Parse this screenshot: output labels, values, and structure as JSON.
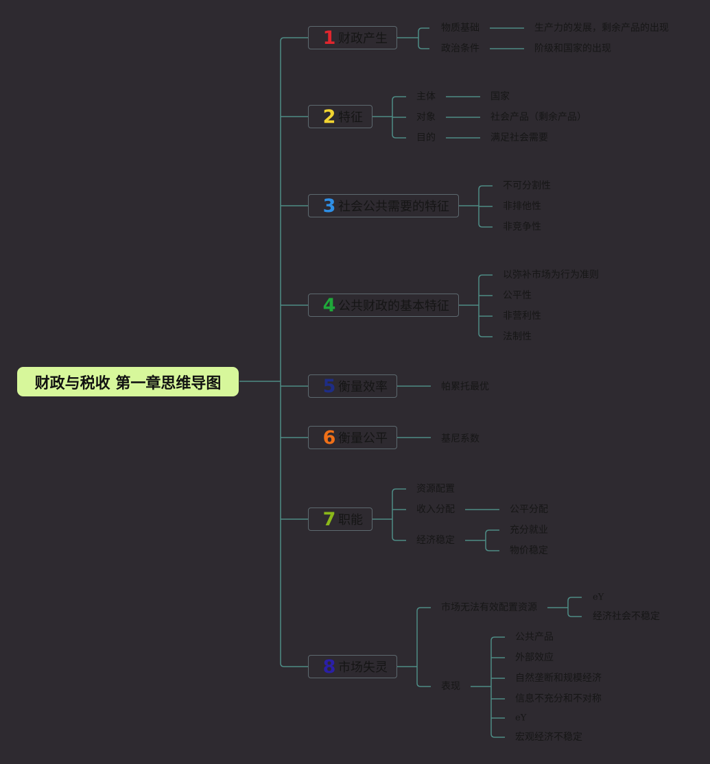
{
  "title": "财政与税收 第一章思维导图",
  "colors": {
    "background": "#2e2a30",
    "root_fill": "#d7f79b",
    "connector": "#4e8c86",
    "text": "#161616"
  },
  "branches": [
    {
      "num": "1",
      "label": "财政产生",
      "num_color": "#e0262e",
      "children": [
        {
          "label": "物质基础",
          "children": [
            {
              "label": "生产力的发展，剩余产品的出现"
            }
          ]
        },
        {
          "label": "政治条件",
          "children": [
            {
              "label": "阶级和国家的出现"
            }
          ]
        }
      ]
    },
    {
      "num": "2",
      "label": "特征",
      "num_color": "#f2d431",
      "children": [
        {
          "label": "主体",
          "children": [
            {
              "label": "国家"
            }
          ]
        },
        {
          "label": "对象",
          "children": [
            {
              "label": "社会产品（剩余产品）"
            }
          ]
        },
        {
          "label": "目的",
          "children": [
            {
              "label": "满足社会需要"
            }
          ]
        }
      ]
    },
    {
      "num": "3",
      "label": "社会公共需要的特征",
      "num_color": "#2e8fe6",
      "children": [
        {
          "label": "不可分割性"
        },
        {
          "label": "非排他性"
        },
        {
          "label": "非竞争性"
        }
      ]
    },
    {
      "num": "4",
      "label": "公共财政的基本特征",
      "num_color": "#1fa83a",
      "children": [
        {
          "label": "以弥补市场为行为准则"
        },
        {
          "label": "公平性"
        },
        {
          "label": "非营利性"
        },
        {
          "label": "法制性"
        }
      ]
    },
    {
      "num": "5",
      "label": "衡量效率",
      "num_color": "#1e2d86",
      "children": [
        {
          "label": "帕累托最优"
        }
      ]
    },
    {
      "num": "6",
      "label": "衡量公平",
      "num_color": "#f07018",
      "children": [
        {
          "label": "基尼系数"
        }
      ]
    },
    {
      "num": "7",
      "label": "职能",
      "num_color": "#8bb81a",
      "children": [
        {
          "label": "资源配置"
        },
        {
          "label": "收入分配",
          "children": [
            {
              "label": "公平分配"
            }
          ]
        },
        {
          "label": "经济稳定",
          "children": [
            {
              "label": "充分就业"
            },
            {
              "label": "物价稳定"
            }
          ]
        }
      ]
    },
    {
      "num": "8",
      "label": "市场失灵",
      "num_color": "#2a1fa6",
      "children": [
        {
          "label": "市场无法有效配置资源",
          "children": [
            {
              "label": "eY"
            },
            {
              "label": "经济社会不稳定"
            }
          ]
        },
        {
          "label": "表现",
          "children": [
            {
              "label": "公共产品"
            },
            {
              "label": "外部效应"
            },
            {
              "label": "自然垄断和规模经济"
            },
            {
              "label": "信息不充分和不对称"
            },
            {
              "label": "eY"
            },
            {
              "label": "宏观经济不稳定"
            }
          ]
        }
      ]
    }
  ]
}
